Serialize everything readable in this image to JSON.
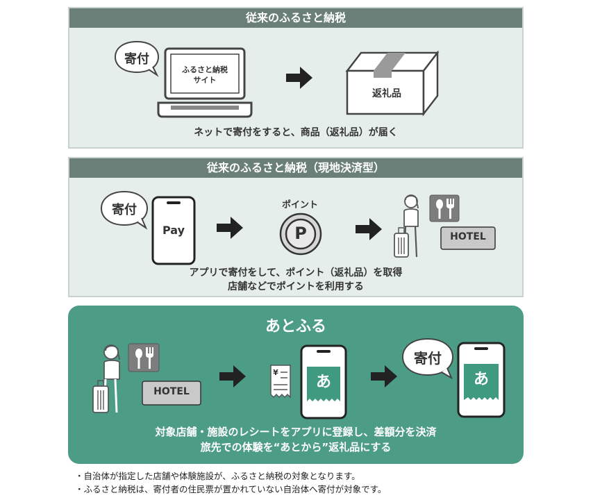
{
  "panel1": {
    "title": "従来のふるさと納税",
    "bubble": "寄付",
    "laptop_line1": "ふるさと納税",
    "laptop_line2": "サイト",
    "box_label": "返礼品",
    "caption": "ネットで寄付をすると、商品（返礼品）が届く"
  },
  "panel2": {
    "title": "従来のふるさと納税（現地決済型）",
    "bubble": "寄付",
    "phone_label": "Pay",
    "point_label": "ポイント",
    "coin_letter": "P",
    "hotel": "HOTEL",
    "caption_line1": "アプリで寄付をして、ポイント（返礼品）を取得",
    "caption_line2": "店舗などでポイントを利用する"
  },
  "panel3": {
    "title": "あとふる",
    "hotel": "HOTEL",
    "receipt_mark": "¥",
    "phone_char": "あ",
    "bubble": "寄付",
    "caption_line1": "対象店舗・施設のレシートをアプリに登録し、差額分を決済",
    "caption_line2": "旅先での体験を“あとから”返礼品にする"
  },
  "notes": [
    "・自治体が指定した店舗や体験施設が、ふるさと納税の対象となります。",
    "・ふるさと納税は、寄付者の住民票が置かれていない自治体へ寄付が対象です。"
  ],
  "colors": {
    "panel_bg": "#e6eeec",
    "header_bar": "#6a7f78",
    "afuru_green": "#4c9c86",
    "phone_green": "#3f9a80"
  }
}
